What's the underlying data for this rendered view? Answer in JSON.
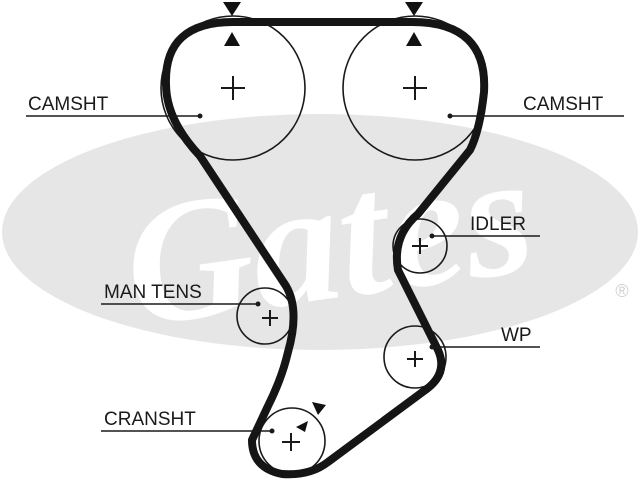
{
  "diagram": {
    "labels": {
      "camshaft_left": "CAMSHT",
      "camshaft_right": "CAMSHT",
      "idler": "IDLER",
      "manual_tensioner": "MAN TENS",
      "water_pump": "WP",
      "crankshaft": "CRANSHT"
    },
    "watermark": {
      "text": "Gates",
      "registered": "®"
    },
    "colors": {
      "belt": "#151515",
      "pulley": "#1a1a1a",
      "watermark": "#e6e6e6",
      "background": "#ffffff"
    },
    "icons": {
      "timing_mark": "triangle-marker-icon",
      "pulley_center": "plus-icon",
      "rotation": "direction-arrow-icon"
    }
  }
}
